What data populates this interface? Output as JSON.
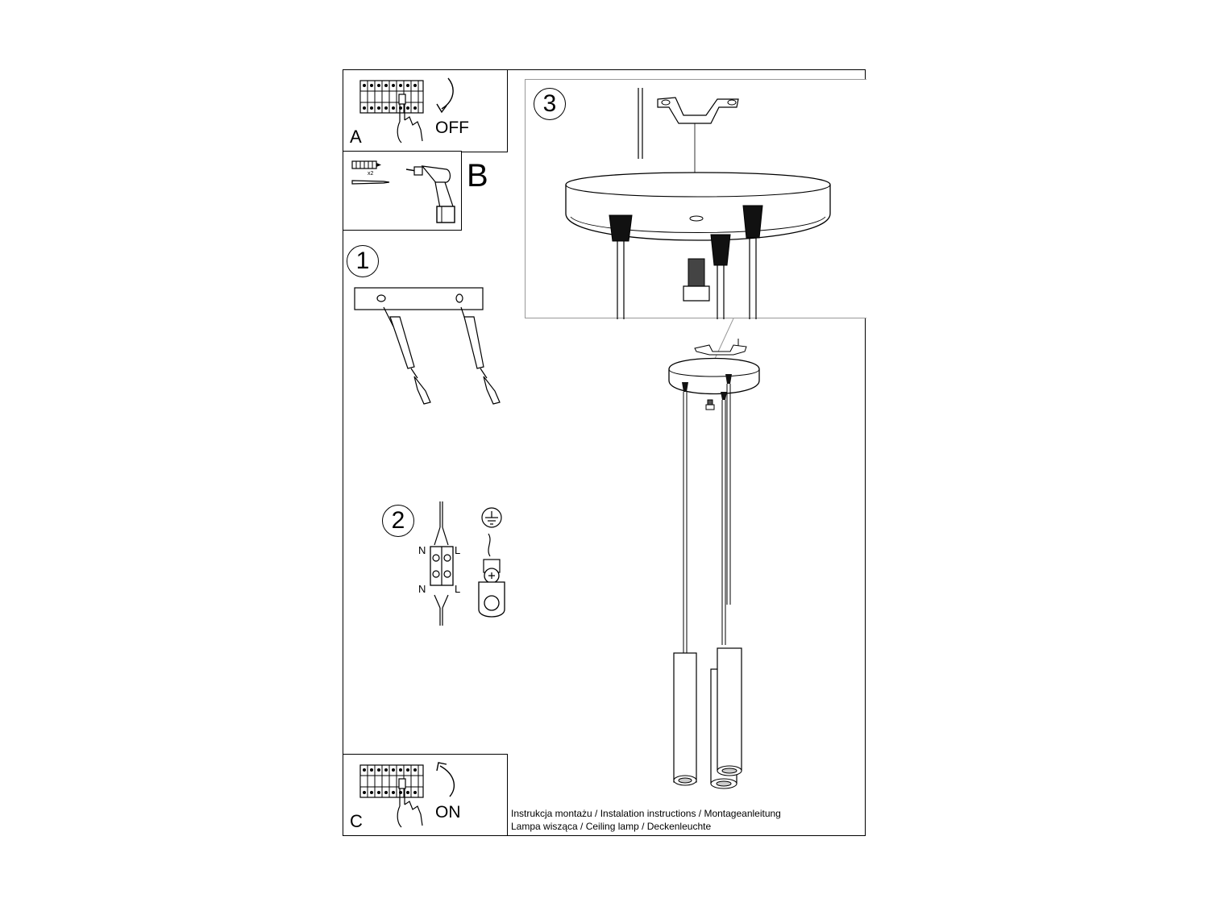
{
  "panels": {
    "a": {
      "letter": "A",
      "action": "OFF"
    },
    "b": {
      "letter": "B",
      "count_label": "x2"
    },
    "c": {
      "letter": "C",
      "action": "ON"
    }
  },
  "steps": {
    "one": "1",
    "two": "2",
    "three": "3"
  },
  "wiring": {
    "n_top": "N",
    "l_top": "L",
    "n_bottom": "N",
    "l_bottom": "L"
  },
  "caption": {
    "line1": "Instrukcja montażu / Instalation instructions / Montageanleitung",
    "line2": "Lampa wisząca / Ceiling lamp / Deckenleuchte"
  }
}
